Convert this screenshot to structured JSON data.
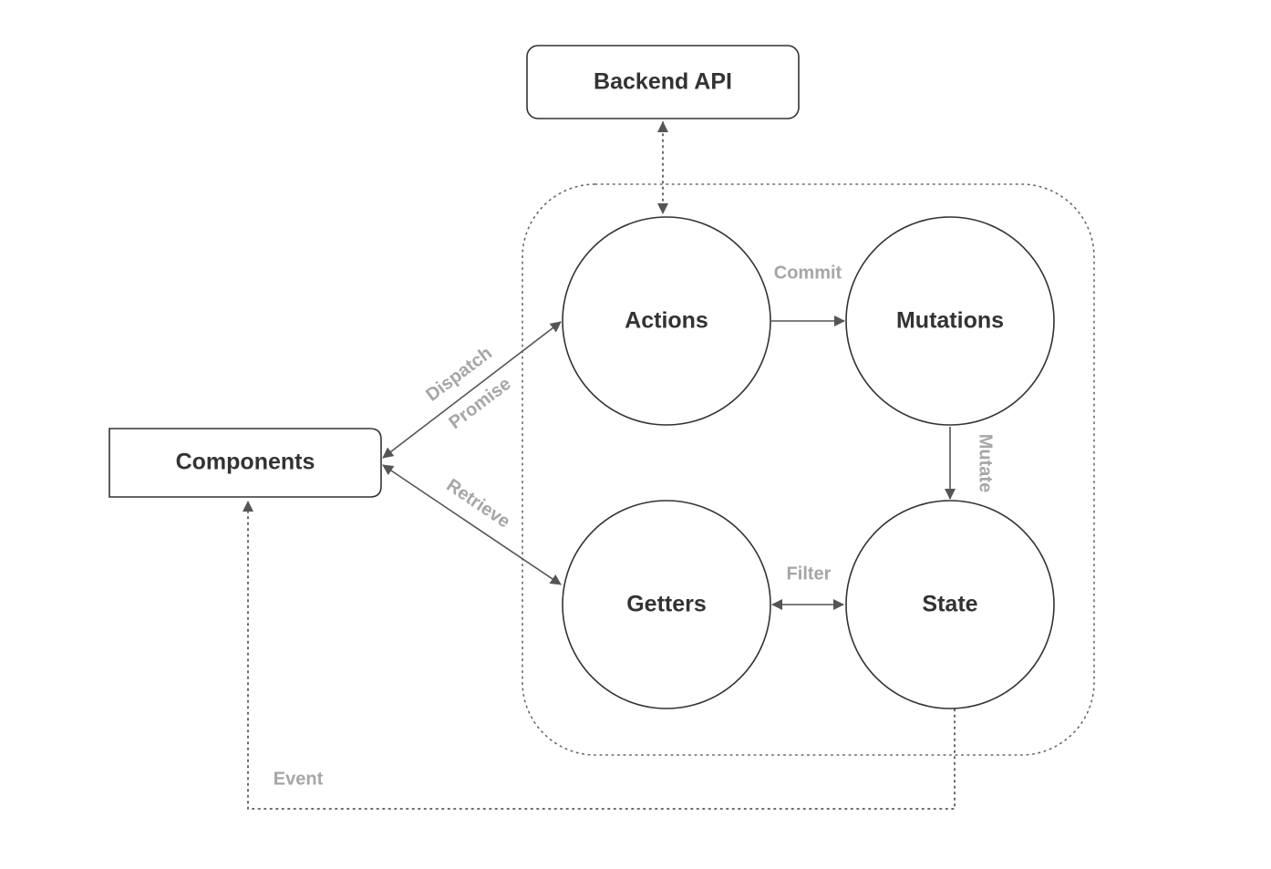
{
  "diagram": {
    "nodes": {
      "backend_api": "Backend API",
      "components": "Components",
      "actions": "Actions",
      "mutations": "Mutations",
      "getters": "Getters",
      "state": "State"
    },
    "edges": {
      "commit": "Commit",
      "dispatch": "Dispatch",
      "promise": "Promise",
      "mutate": "Mutate",
      "retrieve": "Retrieve",
      "filter": "Filter",
      "event": "Event"
    }
  },
  "colors": {
    "node_stroke": "#333333",
    "node_text": "#333333",
    "edge_text": "#a6a6a6",
    "edge_stroke": "#555555",
    "background": "#ffffff"
  }
}
